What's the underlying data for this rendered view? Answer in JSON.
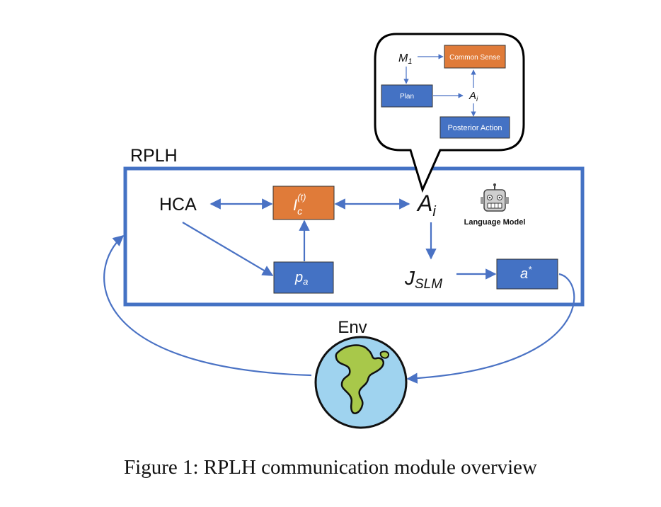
{
  "colors": {
    "blue": "#4472c4",
    "orange": "#e07b39",
    "line": "#4a72c4",
    "text": "#111111",
    "ocean": "#9fd3ef",
    "land": "#a8c84a"
  },
  "frame": {
    "title": "RPLH"
  },
  "nodes": {
    "hca": "HCA",
    "ic_base": "I",
    "ic_sub": "c",
    "ic_sup": "(t)",
    "pa_base": "p",
    "pa_sub": "a",
    "ai_base": "A",
    "ai_sub": "i",
    "jslm_base": "J",
    "jslm_sub": "SLM",
    "astar_base": "a",
    "astar_sup": "*",
    "language_model": "Language Model",
    "language_model_icon": "robot-icon"
  },
  "bubble": {
    "m1_base": "M",
    "m1_sub": "1",
    "common_sense": "Common Sense",
    "plan": "Plan",
    "ai_base": "A",
    "ai_sub": "i",
    "posterior_action": "Posterior Action"
  },
  "env": {
    "label": "Env",
    "icon": "globe-icon"
  },
  "caption": "Figure 1: RPLH communication module overview"
}
